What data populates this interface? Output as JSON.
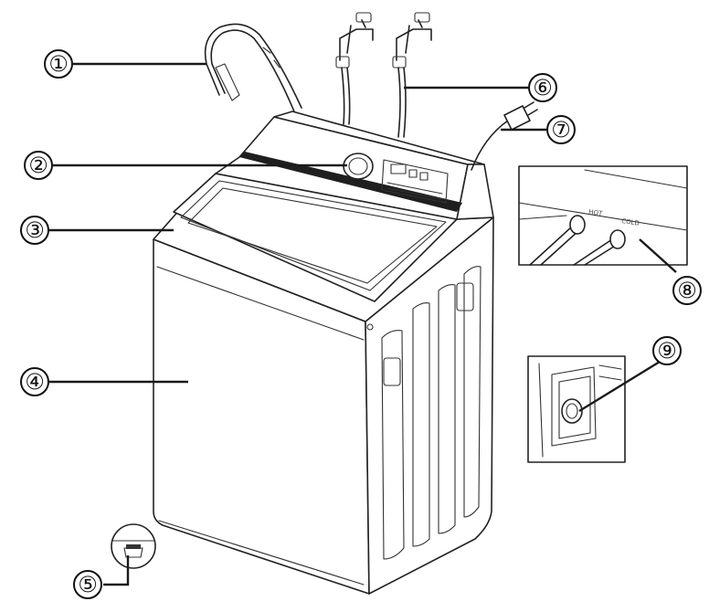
{
  "callouts": [
    {
      "id": "1",
      "label": "①"
    },
    {
      "id": "2",
      "label": "②"
    },
    {
      "id": "3",
      "label": "③"
    },
    {
      "id": "4",
      "label": "④"
    },
    {
      "id": "5",
      "label": "⑤"
    },
    {
      "id": "6",
      "label": "⑥"
    },
    {
      "id": "7",
      "label": "⑦"
    },
    {
      "id": "8",
      "label": "⑧"
    },
    {
      "id": "9",
      "label": "⑨"
    }
  ],
  "inset_inlet": {
    "hot_label": "HOT",
    "cold_label": "COLD"
  },
  "colors": {
    "line": "#1a1a1a",
    "background": "#ffffff"
  }
}
